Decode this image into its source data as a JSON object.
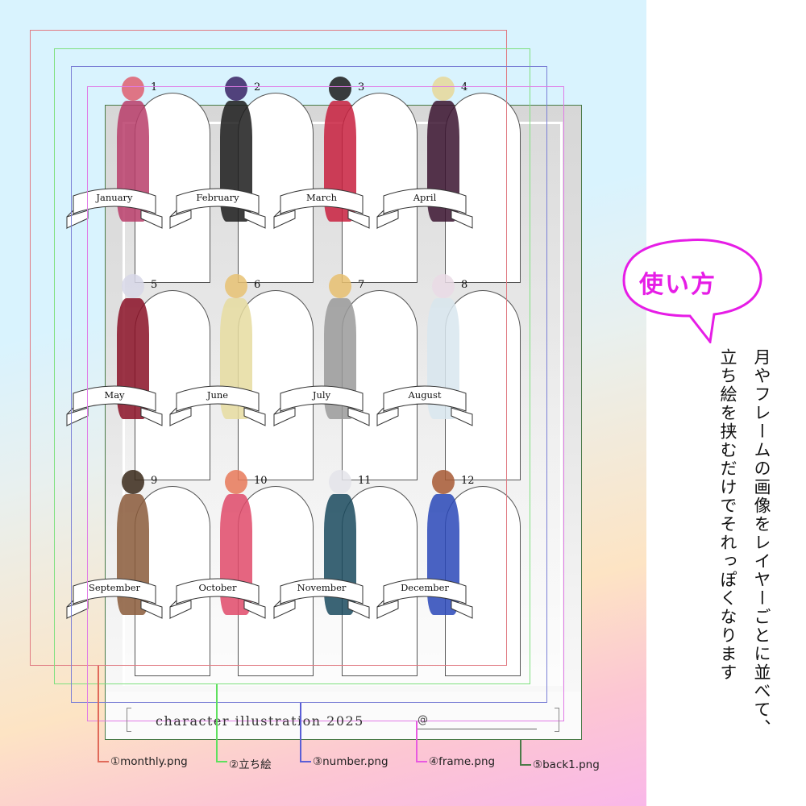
{
  "canvas": {
    "background_gradient": [
      "#d9f3fe",
      "#fde4c4",
      "#f9b7e8"
    ],
    "right_panel_color": "#ffffff"
  },
  "calendar": {
    "months": [
      {
        "number": "1",
        "name": "January"
      },
      {
        "number": "2",
        "name": "February"
      },
      {
        "number": "3",
        "name": "March"
      },
      {
        "number": "4",
        "name": "April"
      },
      {
        "number": "5",
        "name": "May"
      },
      {
        "number": "6",
        "name": "June"
      },
      {
        "number": "7",
        "name": "July"
      },
      {
        "number": "8",
        "name": "August"
      },
      {
        "number": "9",
        "name": "September"
      },
      {
        "number": "10",
        "name": "October"
      },
      {
        "number": "11",
        "name": "November"
      },
      {
        "number": "12",
        "name": "December"
      }
    ],
    "footer_text": "character illustration  2025",
    "footer_at": "@",
    "characters": [
      {
        "month": "January",
        "outfit_color": "#b83d6a",
        "hair_color": "#e06070"
      },
      {
        "month": "February",
        "outfit_color": "#1c1c1c",
        "hair_color": "#3a2466"
      },
      {
        "month": "March",
        "outfit_color": "#c8203e",
        "hair_color": "#1c1c1c"
      },
      {
        "month": "April",
        "outfit_color": "#3b1430",
        "hair_color": "#e8d99a"
      },
      {
        "month": "May",
        "outfit_color": "#8a1026",
        "hair_color": "#d8d8e8"
      },
      {
        "month": "June",
        "outfit_color": "#e6dca0",
        "hair_color": "#e8c274"
      },
      {
        "month": "July",
        "outfit_color": "#9a9a9a",
        "hair_color": "#e8c070"
      },
      {
        "month": "August",
        "outfit_color": "#d8e6ee",
        "hair_color": "#eadbe6"
      },
      {
        "month": "September",
        "outfit_color": "#8a5a3a",
        "hair_color": "#3a2a1a"
      },
      {
        "month": "October",
        "outfit_color": "#e04a6a",
        "hair_color": "#e87a5a"
      },
      {
        "month": "November",
        "outfit_color": "#1a4a5e",
        "hair_color": "#e4e4ea"
      },
      {
        "month": "December",
        "outfit_color": "#2a48b8",
        "hair_color": "#a85a34"
      }
    ]
  },
  "layers": [
    {
      "id": "monthly",
      "label": "①monthly.png",
      "color": "#e06a5a"
    },
    {
      "id": "tachie",
      "label": "②立ち絵",
      "color": "#5ee05e"
    },
    {
      "id": "number",
      "label": "③number.png",
      "color": "#5a5ed6"
    },
    {
      "id": "frame",
      "label": "④frame.png",
      "color": "#e85ae0"
    },
    {
      "id": "back1",
      "label": "⑤back1.png",
      "color": "#4a7a48"
    }
  ],
  "instructions": {
    "bubble_title": "使い方",
    "bubble_color": "#e61de6",
    "line1": "月やフレームの画像をレイヤーごとに並べて、",
    "line2": "立ち絵を挟むだけでそれっぽくなります"
  }
}
